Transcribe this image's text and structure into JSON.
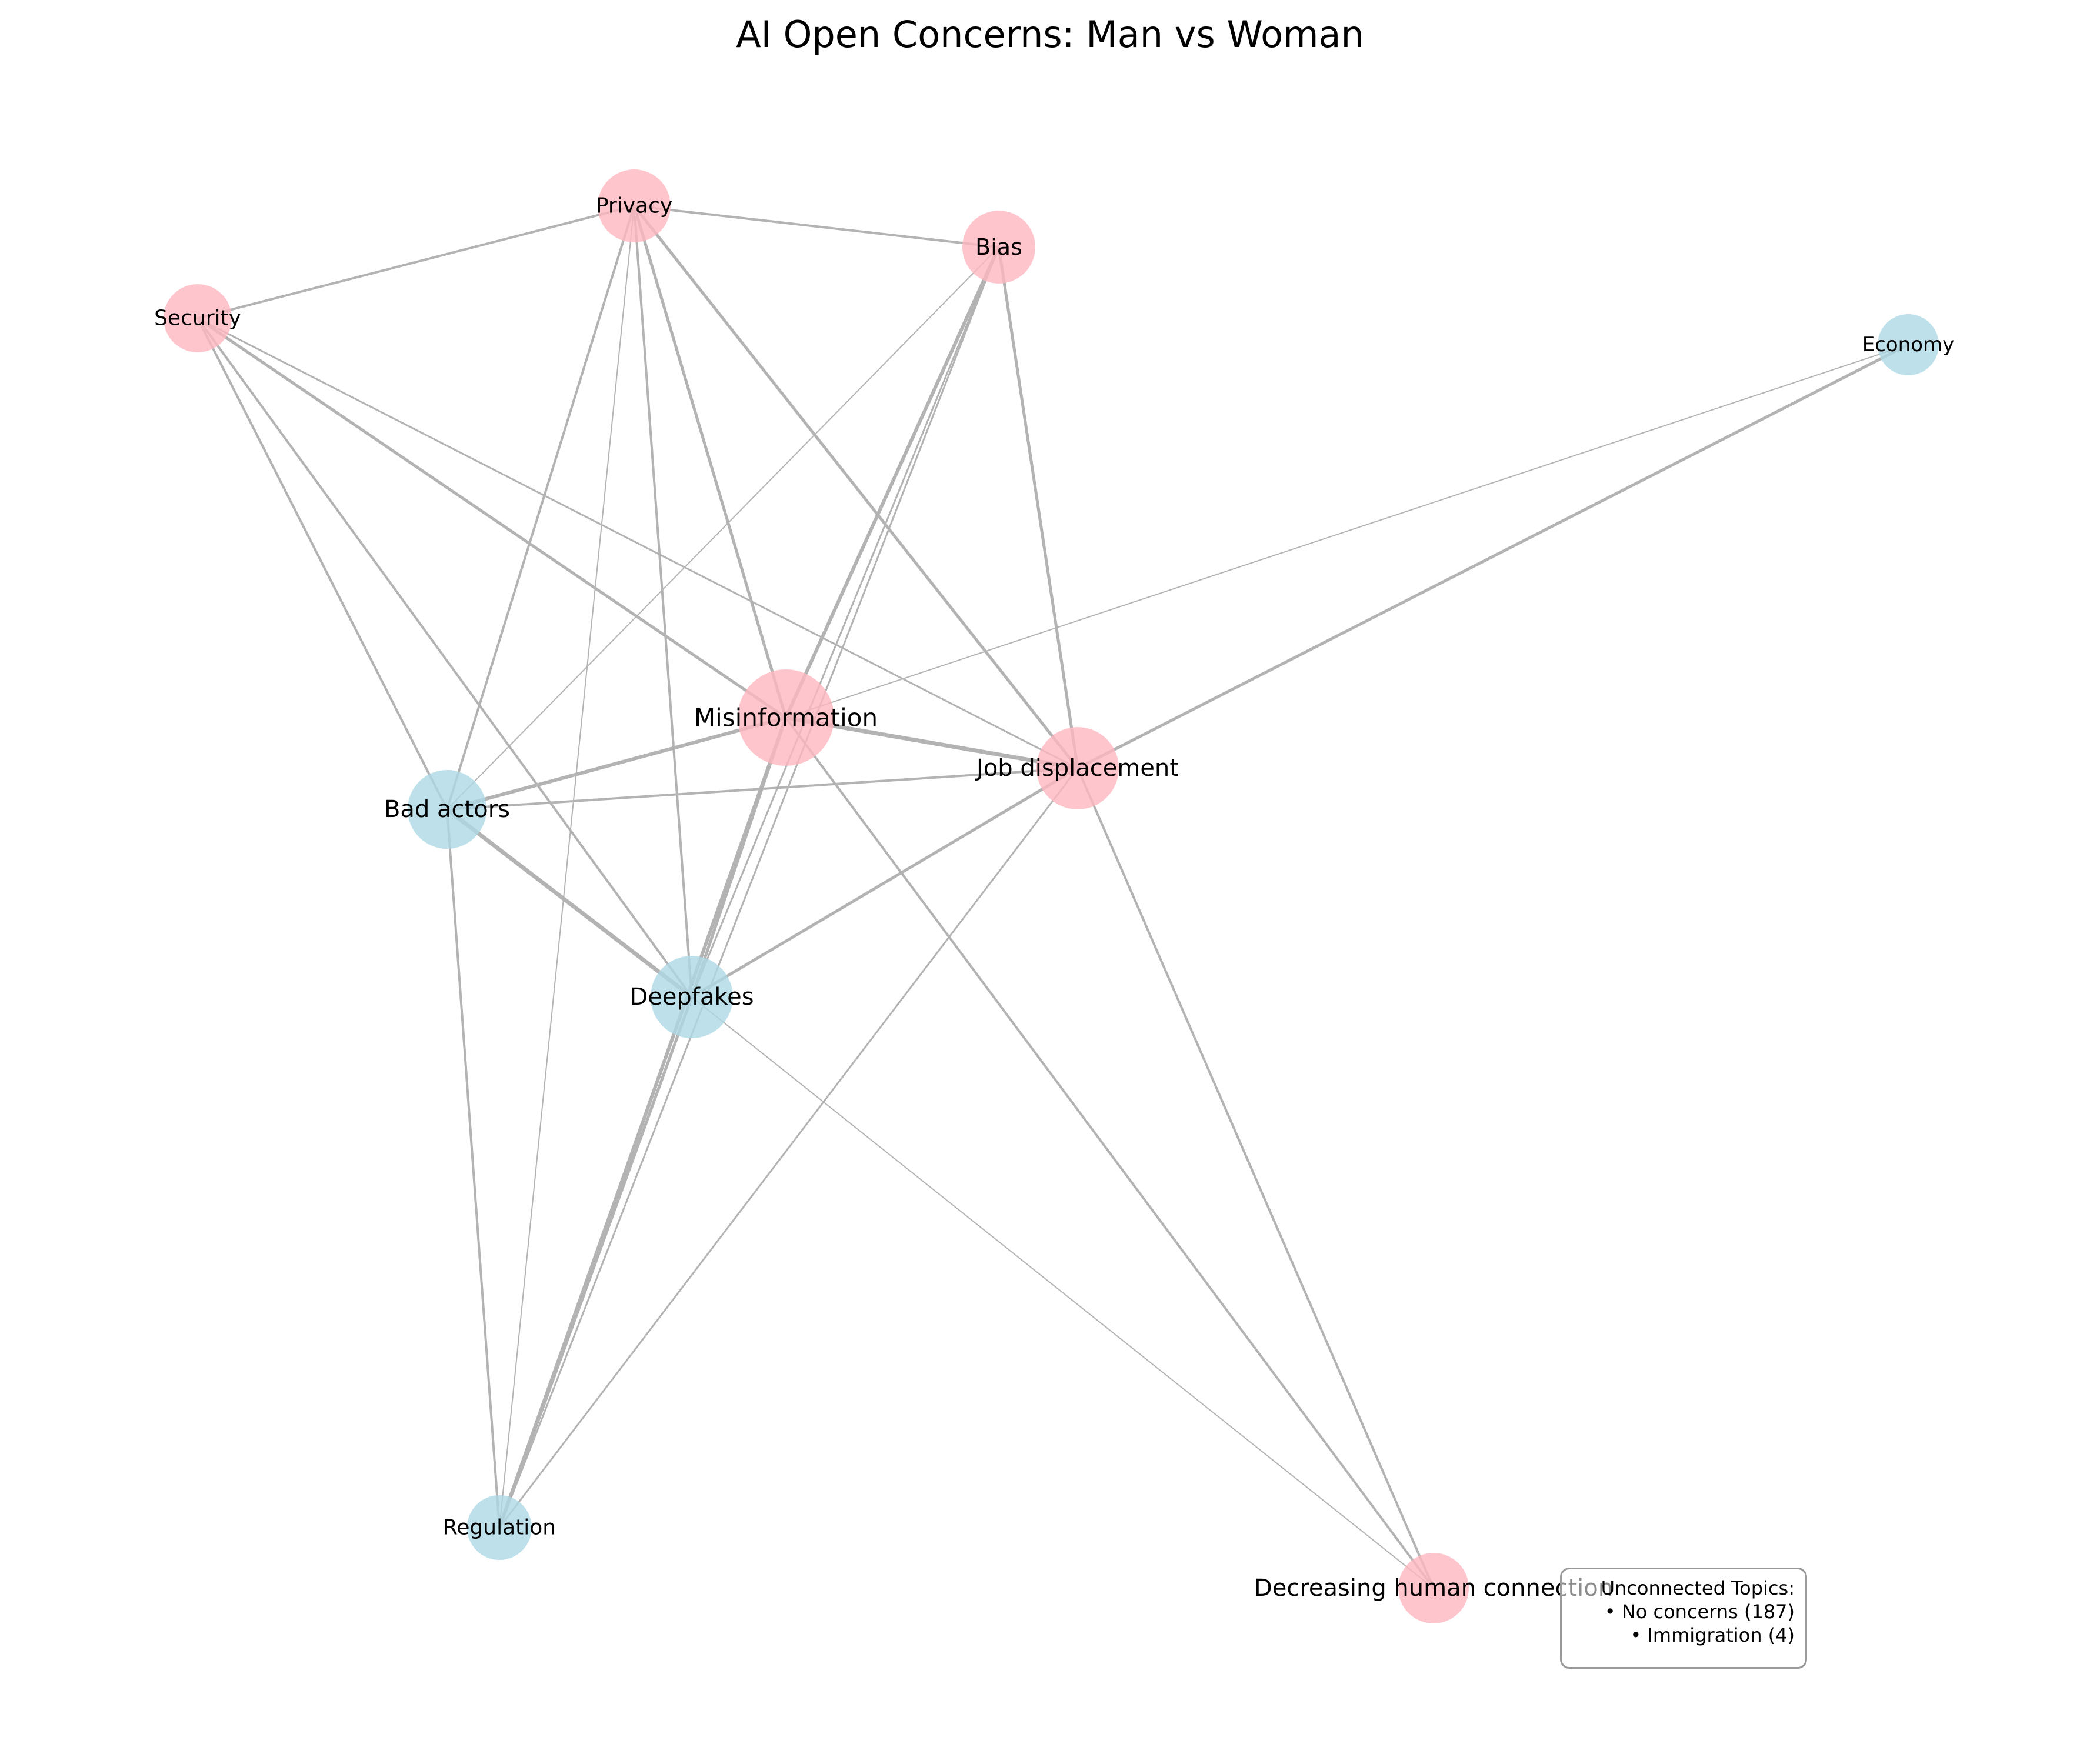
{
  "title": "AI Open Concerns: Man vs Woman",
  "colors": {
    "woman": "#ffb6c1",
    "man": "#add8e6",
    "edge": "#b3b3b3"
  },
  "nodes": [
    {
      "id": "misinformation",
      "label": "Misinformation",
      "group": "woman"
    },
    {
      "id": "job",
      "label": "Job displacement",
      "group": "woman"
    },
    {
      "id": "privacy",
      "label": "Privacy",
      "group": "woman"
    },
    {
      "id": "bias",
      "label": "Bias",
      "group": "woman"
    },
    {
      "id": "security",
      "label": "Security",
      "group": "woman"
    },
    {
      "id": "decreasing",
      "label": "Decreasing human connection",
      "group": "woman"
    },
    {
      "id": "bad",
      "label": "Bad actors",
      "group": "man"
    },
    {
      "id": "deepfakes",
      "label": "Deepfakes",
      "group": "man"
    },
    {
      "id": "regulation",
      "label": "Regulation",
      "group": "man"
    },
    {
      "id": "economy",
      "label": "Economy",
      "group": "man"
    }
  ],
  "edges": [
    [
      "privacy",
      "security"
    ],
    [
      "privacy",
      "bias"
    ],
    [
      "privacy",
      "misinformation"
    ],
    [
      "privacy",
      "job"
    ],
    [
      "privacy",
      "bad"
    ],
    [
      "privacy",
      "deepfakes"
    ],
    [
      "privacy",
      "regulation"
    ],
    [
      "bias",
      "misinformation"
    ],
    [
      "bias",
      "deepfakes"
    ],
    [
      "bias",
      "job"
    ],
    [
      "bias",
      "bad"
    ],
    [
      "bias",
      "regulation"
    ],
    [
      "security",
      "misinformation"
    ],
    [
      "security",
      "job"
    ],
    [
      "security",
      "bad"
    ],
    [
      "security",
      "deepfakes"
    ],
    [
      "economy",
      "job"
    ],
    [
      "economy",
      "misinformation"
    ],
    [
      "misinformation",
      "job"
    ],
    [
      "misinformation",
      "bad"
    ],
    [
      "misinformation",
      "deepfakes"
    ],
    [
      "misinformation",
      "regulation"
    ],
    [
      "misinformation",
      "decreasing"
    ],
    [
      "job",
      "bad"
    ],
    [
      "job",
      "deepfakes"
    ],
    [
      "job",
      "regulation"
    ],
    [
      "job",
      "decreasing"
    ],
    [
      "bad",
      "deepfakes"
    ],
    [
      "bad",
      "regulation"
    ],
    [
      "deepfakes",
      "regulation"
    ],
    [
      "deepfakes",
      "decreasing"
    ]
  ],
  "legend": {
    "title": "Unconnected Topics:",
    "items": [
      "• No concerns (187)",
      "• Immigration (4)"
    ]
  }
}
